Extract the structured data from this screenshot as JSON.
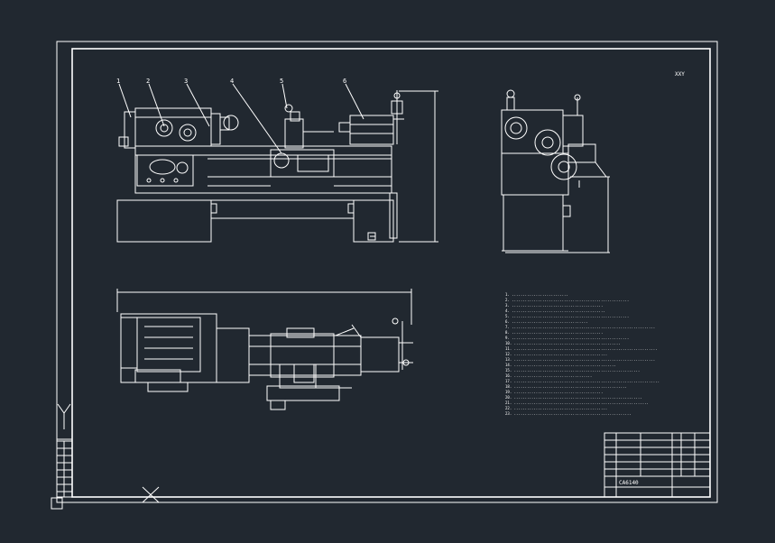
{
  "drawing": {
    "background_color": "#212830",
    "line_color": "#ffffff",
    "title": "CA6140",
    "corner_mark": "XXY",
    "callouts": [
      "1",
      "2",
      "3",
      "4",
      "5",
      "6"
    ],
    "technical_notes": [
      "1. ..........................",
      "2. ......................................................",
      "3. ..........................................",
      "4. ...........................................",
      "5. ......................................................",
      "6. ...................................",
      "7. ..................................................................",
      "8. ..........................................",
      "9. ......................................................",
      "10. .................................................",
      "11. ..................................................................",
      "12. ...........................................",
      "13. .................................................................",
      "14. ...............................................",
      "15. ..........................................................",
      "16. ....................................",
      "17. ...................................................................",
      "18. ....................................................",
      "19. .........................................",
      "20. ...........................................................",
      "21. ..............................................................",
      "22. ...........................................",
      "23. ......................................................"
    ]
  }
}
